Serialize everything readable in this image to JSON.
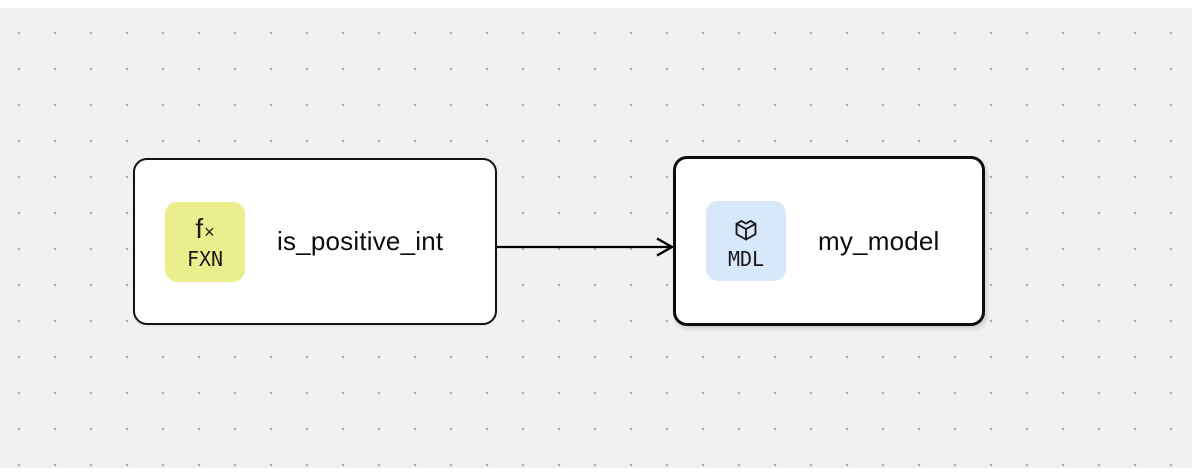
{
  "canvas": {
    "background_color": "#F1F1F2",
    "dot_color": "#ABABAB",
    "border_strip_color": "#FFFFFF"
  },
  "nodes": [
    {
      "label": "is_positive_int",
      "type_label": "FXN",
      "badge_icon": "fx-function-icon",
      "badge_color": "#EBEE8D",
      "selected": false
    },
    {
      "label": "my_model",
      "type_label": "MDL",
      "badge_icon": "cube-icon",
      "badge_color": "#D8E8FB",
      "selected": true
    }
  ],
  "edge": {
    "from": "is_positive_int",
    "to": "my_model",
    "color": "#000000"
  },
  "fx_icon": {
    "f_glyph": "f",
    "x_glyph": "×"
  }
}
